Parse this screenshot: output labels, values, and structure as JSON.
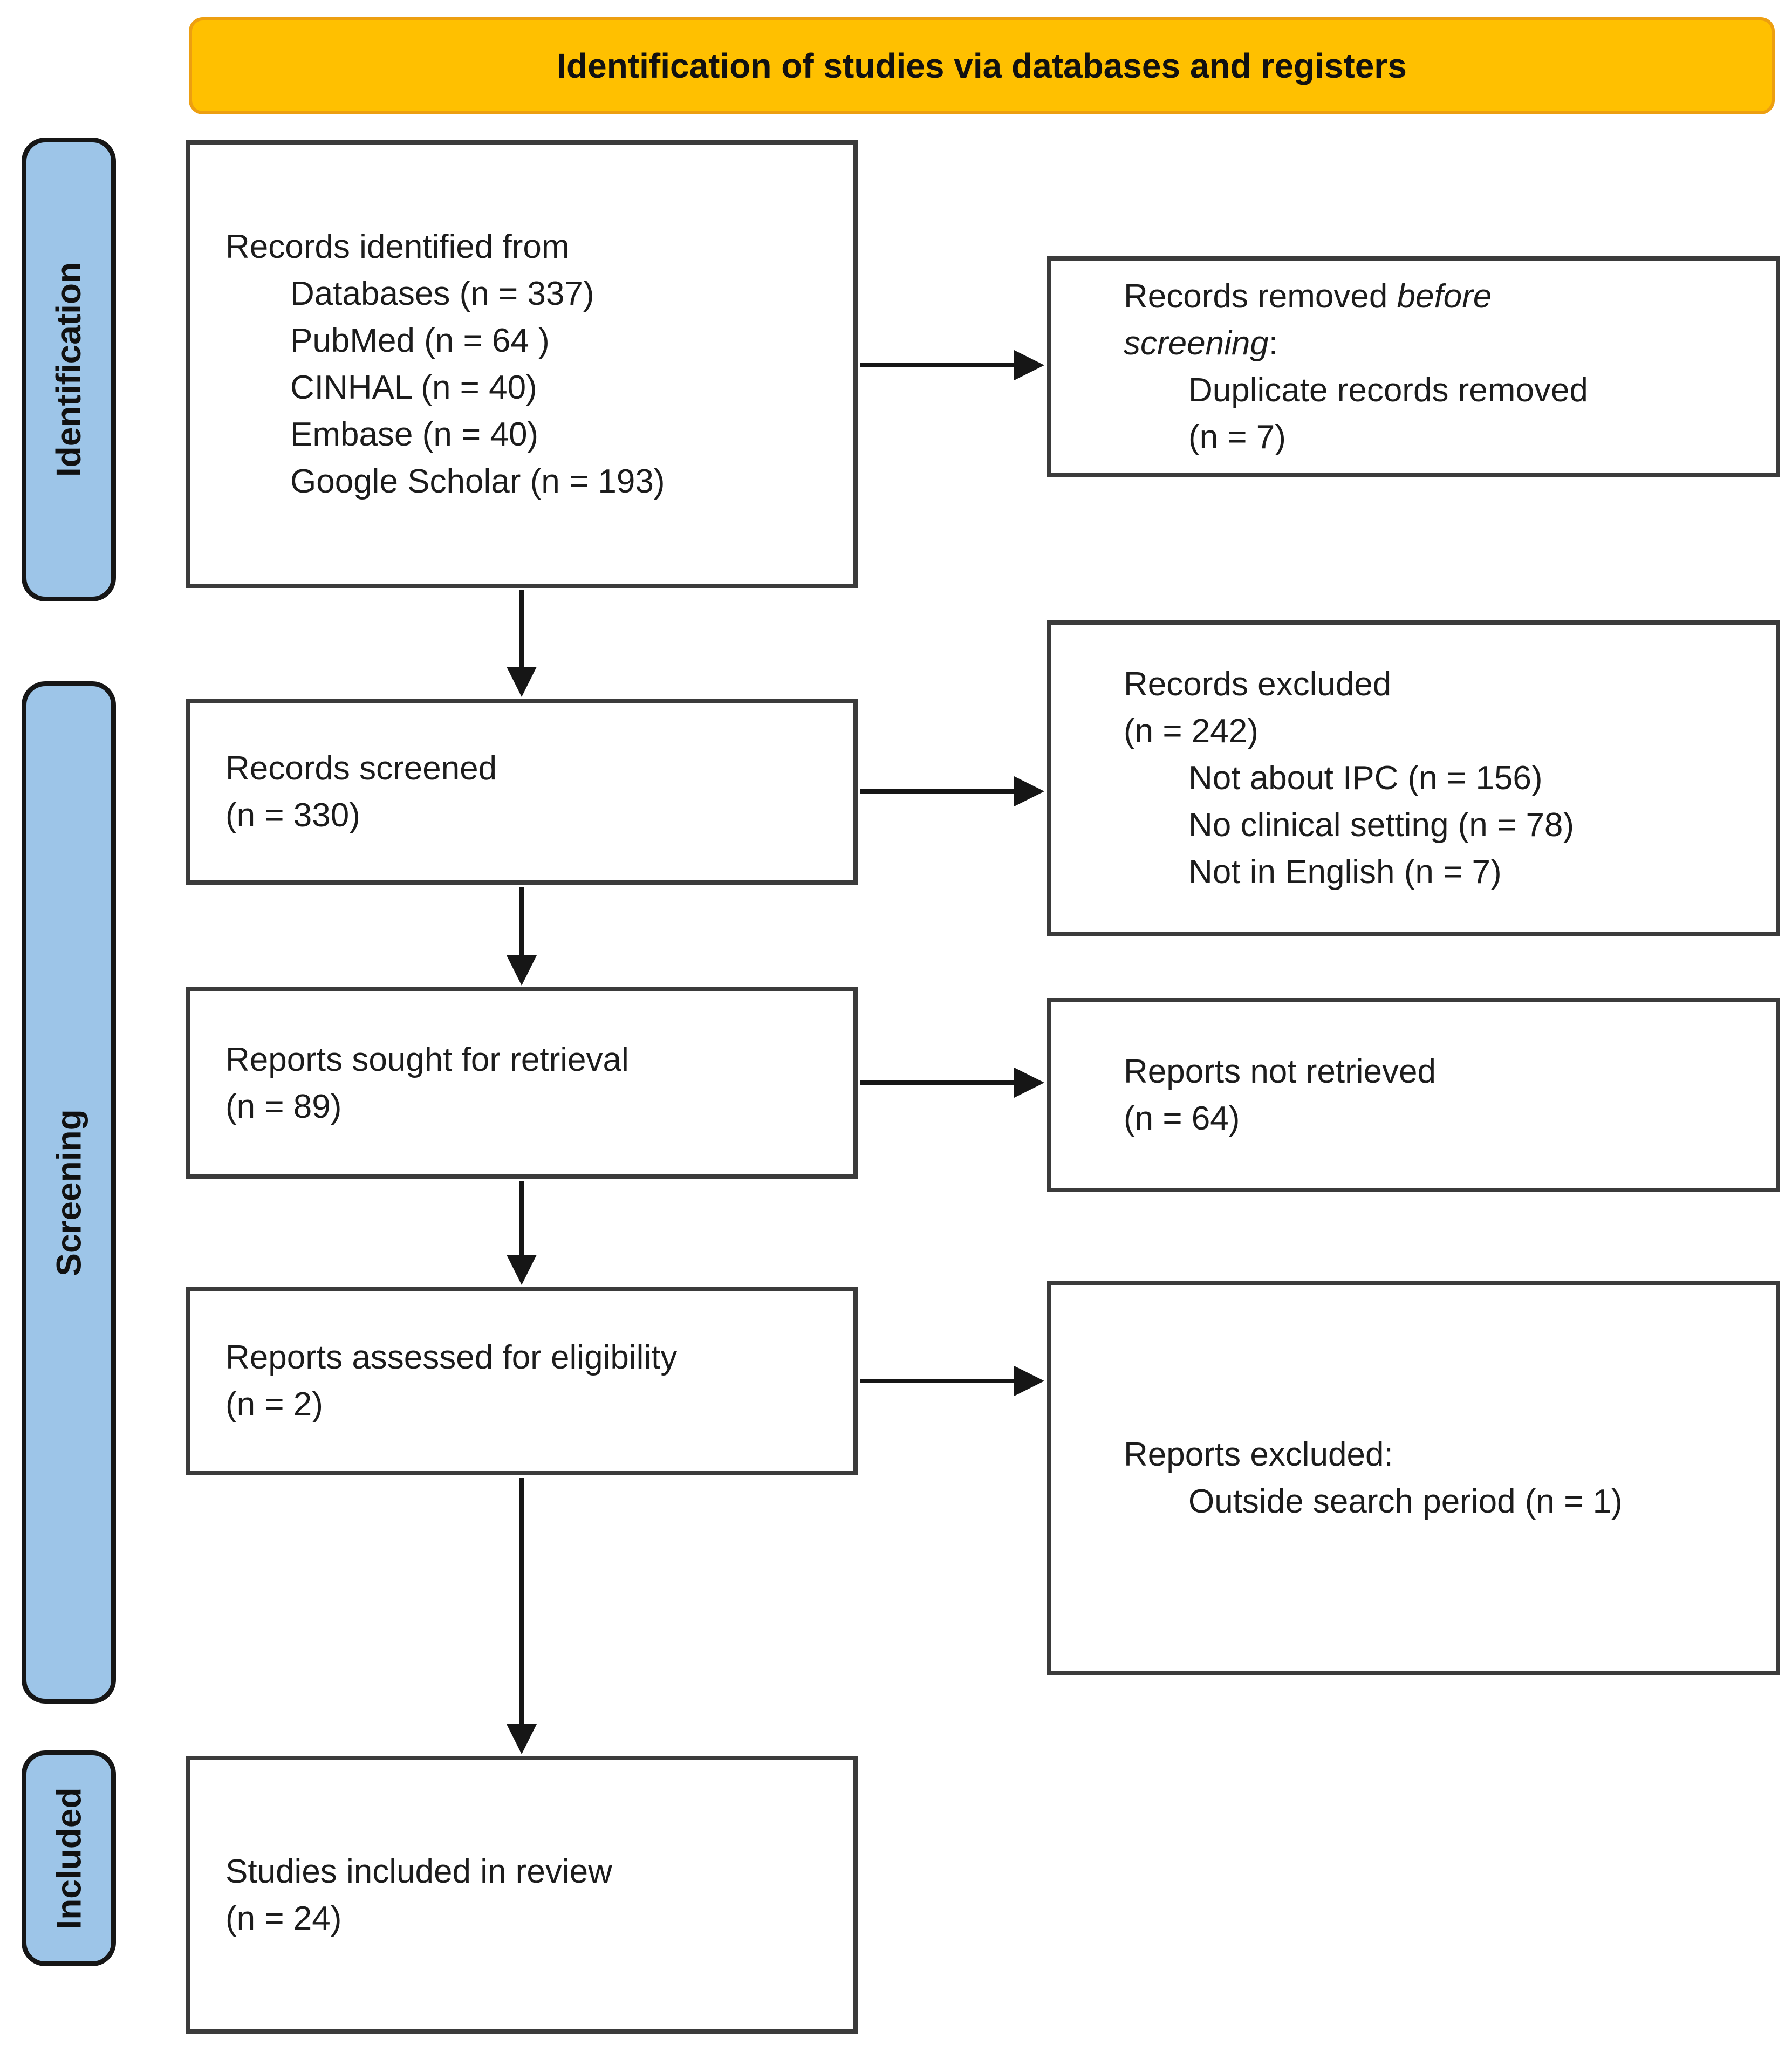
{
  "banner": {
    "title": "Identification of studies via databases and registers"
  },
  "stages": {
    "identification": "Identification",
    "screening": "Screening",
    "included": "Included"
  },
  "boxes": {
    "records_identified": {
      "line1": "Records identified from",
      "line2": "Databases (n = 337)",
      "line3": "PubMed (n = 64 )",
      "line4": "CINHAL (n = 40)",
      "line5": "Embase (n = 40)",
      "line6": "Google Scholar (n = 193)"
    },
    "records_removed": {
      "l1_normal": "Records removed ",
      "l1_italic": "before",
      "l2_italic": "screening",
      "l2_normal": ":",
      "line3": "Duplicate records removed",
      "line4": "(n = 7)"
    },
    "records_screened": {
      "line1": "Records screened",
      "line2": "(n = 330)"
    },
    "records_excluded": {
      "line1": "Records excluded",
      "line2": "(n = 242)",
      "line3": "Not about IPC (n = 156)",
      "line4": "No clinical setting (n = 78)",
      "line5": "Not in English (n = 7)"
    },
    "reports_sought": {
      "line1": "Reports sought for retrieval",
      "line2": "(n = 89)"
    },
    "reports_not_retrieved": {
      "line1": "Reports not retrieved",
      "line2": "(n = 64)"
    },
    "reports_assessed": {
      "line1": "Reports assessed for eligibility",
      "line2": "(n = 2)"
    },
    "reports_excluded": {
      "line1": "Reports excluded:",
      "line2": "Outside search period (n = 1)"
    },
    "studies_included": {
      "line1": "Studies included in review",
      "line2": "(n = 24)"
    }
  },
  "colors": {
    "banner_fill": "#FFC000",
    "stage_fill": "#9DC5E8",
    "box_border": "#3B3B3B",
    "arrow": "#161616"
  }
}
